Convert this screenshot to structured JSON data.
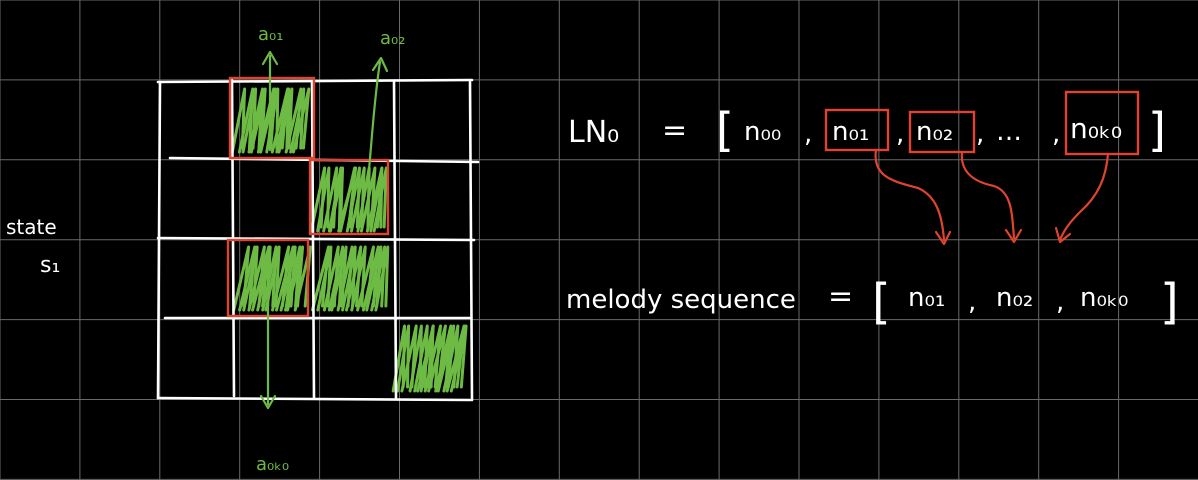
{
  "colors": {
    "background": "#000000",
    "gridlines": "#6a6a6a",
    "ink_white": "#ffffff",
    "ink_green": "#6dbb45",
    "ink_red": "#e0432f"
  },
  "state_label": {
    "line1": "state",
    "line2": "s₁"
  },
  "arrow_labels": {
    "a01": "a₀₁",
    "a02": "a₀₂",
    "a0k0": "a₀ₖ₀"
  },
  "grid": {
    "rows": 4,
    "cols": 4,
    "shaded_cells": [
      [
        0,
        1
      ],
      [
        1,
        2
      ],
      [
        2,
        1
      ],
      [
        2,
        2
      ],
      [
        3,
        3
      ]
    ],
    "highlighted_cells": [
      [
        0,
        1
      ],
      [
        1,
        2
      ],
      [
        2,
        1
      ]
    ]
  },
  "ln_equation": {
    "lhs": "LN₀",
    "equals": "=",
    "open_bracket": "[",
    "items": [
      "n₀₀",
      "n₀₁",
      "n₀₂",
      "…",
      "n₀ₖ₀"
    ],
    "boxed_items": [
      1,
      2,
      4
    ],
    "close_bracket": "]"
  },
  "melody_equation": {
    "lhs": "melody sequence",
    "equals": "=",
    "open_bracket": "[",
    "items": [
      "n₀₁",
      "n₀₂",
      "n₀ₖ₀"
    ],
    "close_bracket": "]"
  }
}
